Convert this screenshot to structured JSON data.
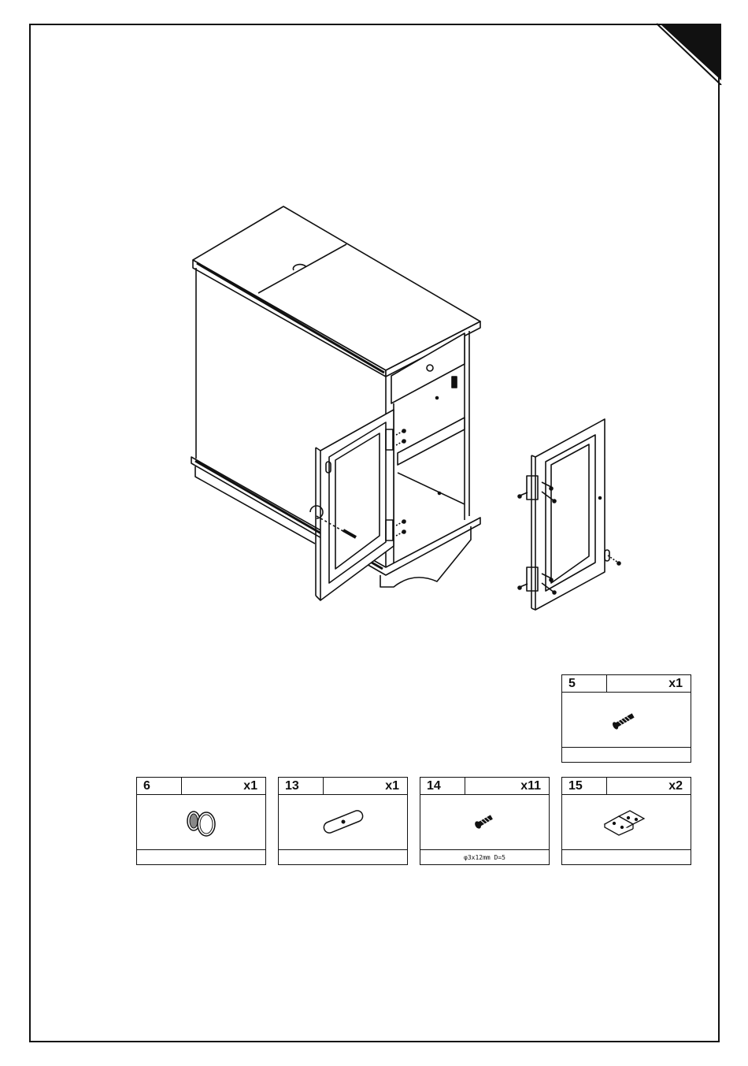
{
  "parts": [
    {
      "number": "5",
      "quantity": "x1",
      "spec": "",
      "icon": "screw-icon"
    },
    {
      "number": "6",
      "quantity": "x1",
      "spec": "",
      "icon": "knob-icon"
    },
    {
      "number": "13",
      "quantity": "x1",
      "spec": "",
      "icon": "plate-icon"
    },
    {
      "number": "14",
      "quantity": "x11",
      "spec": "φ3x12mm D=5",
      "icon": "screw-icon"
    },
    {
      "number": "15",
      "quantity": "x2",
      "spec": "",
      "icon": "hinge-icon"
    }
  ]
}
